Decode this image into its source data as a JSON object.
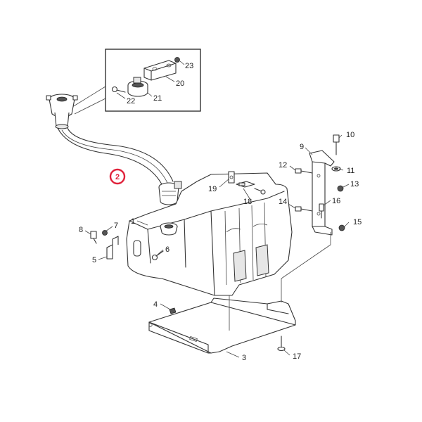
{
  "highlight": {
    "label": "2",
    "color": "#e0213a"
  },
  "callouts": {
    "c1": "1",
    "c3": "3",
    "c4": "4",
    "c5": "5",
    "c6": "6",
    "c7": "7",
    "c8": "8",
    "c9": "9",
    "c10": "10",
    "c11": "11",
    "c12": "12",
    "c13": "13",
    "c14": "14",
    "c15": "15",
    "c16": "16",
    "c17": "17",
    "c18": "18",
    "c19": "19",
    "c20": "20",
    "c21": "21",
    "c22": "22",
    "c23": "23"
  },
  "colors": {
    "line": "#333333",
    "background": "#ffffff"
  }
}
